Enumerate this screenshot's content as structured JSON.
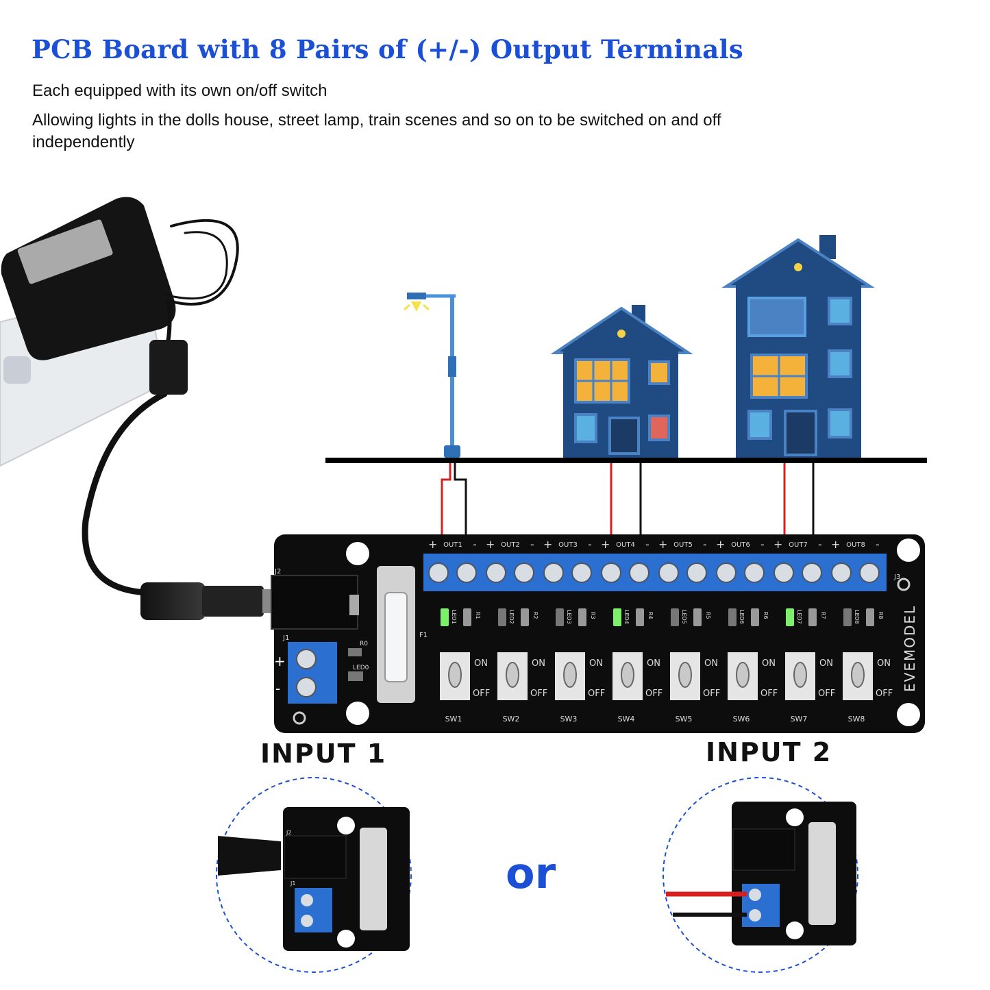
{
  "title": "PCB Board with 8 Pairs of (+/-) Output Terminals",
  "description": [
    "Each equipped with its own on/off switch",
    "Allowing lights in the dolls house, street lamp, train scenes and so on to be switched on and off independently"
  ],
  "board": {
    "brand": "EVEMODEL",
    "outputs": [
      "OUT1",
      "OUT2",
      "OUT3",
      "OUT4",
      "OUT5",
      "OUT6",
      "OUT7",
      "OUT8"
    ],
    "switches": [
      "SW1",
      "SW2",
      "SW3",
      "SW4",
      "SW5",
      "SW6",
      "SW7",
      "SW8"
    ],
    "leds": [
      "LED1",
      "LED2",
      "LED3",
      "LED4",
      "LED5",
      "LED6",
      "LED7",
      "LED8"
    ],
    "resistors": [
      "R1",
      "R2",
      "R3",
      "R4",
      "R5",
      "R6",
      "R7",
      "R8"
    ],
    "on_label": "ON",
    "off_label": "OFF",
    "j1": "J1",
    "j2": "J2",
    "j3": "J3",
    "fuse": "F1",
    "r0": "R0",
    "led0": "LED0",
    "plus": "+",
    "minus": "-",
    "led_states": [
      true,
      false,
      false,
      true,
      false,
      false,
      true,
      false
    ]
  },
  "inputs": {
    "input1_label": "INPUT 1",
    "input2_label": "INPUT 2",
    "or_label": "or"
  },
  "colors": {
    "accent": "#1a4fd6",
    "house": "#1f4a82",
    "terminal_blue": "#2b6fd0",
    "wire_red": "#d62020",
    "window_light": "#f4b23a"
  }
}
